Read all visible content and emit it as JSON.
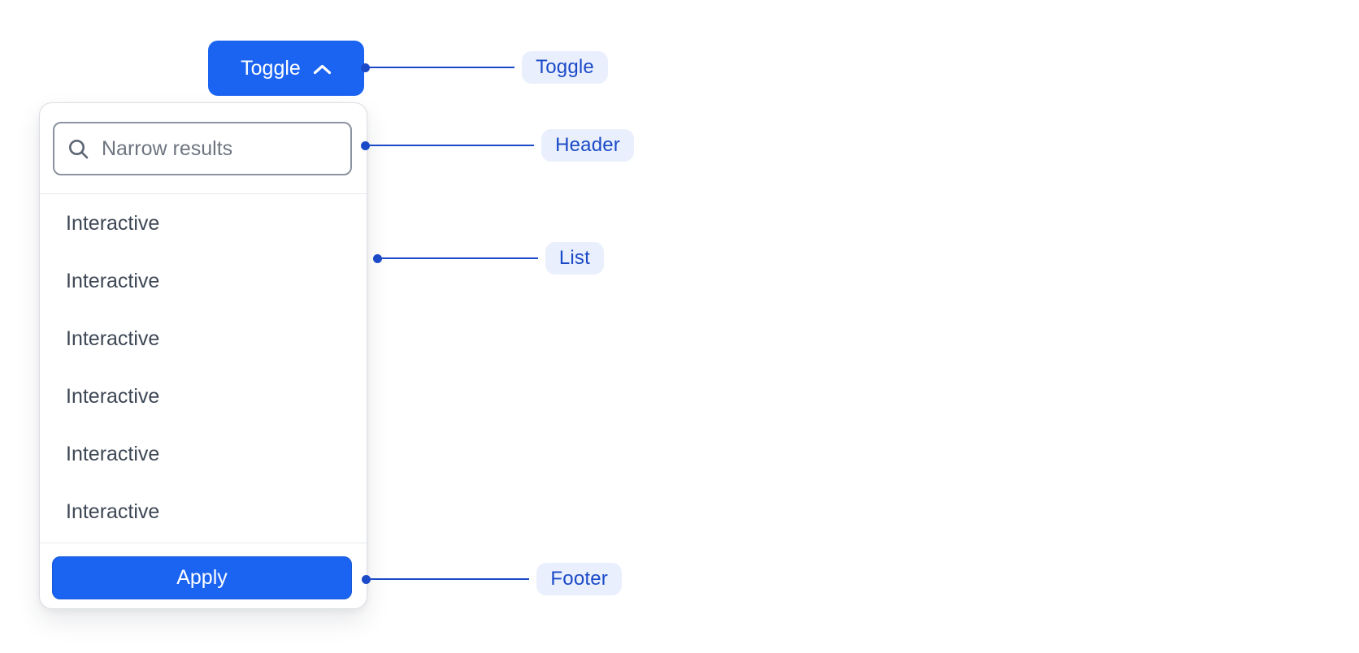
{
  "toggle_button": {
    "label": "Toggle",
    "icon": "chevron-up"
  },
  "dropdown": {
    "header": {
      "search_placeholder": "Narrow results",
      "search_icon": "magnifying-glass"
    },
    "list": {
      "items": [
        "Interactive",
        "Interactive",
        "Interactive",
        "Interactive",
        "Interactive",
        "Interactive"
      ]
    },
    "footer": {
      "apply_label": "Apply"
    }
  },
  "annotations": {
    "toggle": "Toggle",
    "header": "Header",
    "list": "List",
    "footer": "Footer"
  },
  "colors": {
    "primary_blue": "#1B64F2",
    "annotation_blue": "#1B4AC8",
    "annotation_chip_bg": "#E9EFFC",
    "panel_border": "#DBDEE3",
    "input_border": "#8B93A0",
    "placeholder_gray": "#6E7580",
    "item_text": "#3D4754",
    "divider_gray": "#E7E8EB"
  }
}
